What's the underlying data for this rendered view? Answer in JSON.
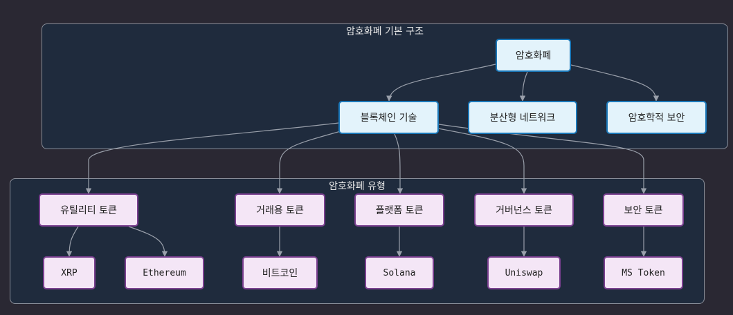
{
  "clusters": {
    "basic_title": "암호화폐 기본 구조",
    "types_title": "암호화폐 유형"
  },
  "nodes": {
    "crypto": "암호화폐",
    "blockchain": "블록체인 기술",
    "network": "분산형 네트워크",
    "security": "암호학적 보안",
    "utility": "유틸리티 토큰",
    "exchange": "거래용 토큰",
    "platform": "플랫폼 토큰",
    "governance": "거버넌스 토큰",
    "security_token": "보안 토큰",
    "xrp": "XRP",
    "ethereum": "Ethereum",
    "bitcoin": "비트코인",
    "solana": "Solana",
    "uniswap": "Uniswap",
    "ms_token": "MS Token"
  },
  "colors": {
    "background": "#2a2833",
    "cluster_fill": "#1f2b3d",
    "blue_node_fill": "#e3f3fb",
    "purple_node_fill": "#f4e6f6",
    "edge": "#9aa0ab"
  }
}
